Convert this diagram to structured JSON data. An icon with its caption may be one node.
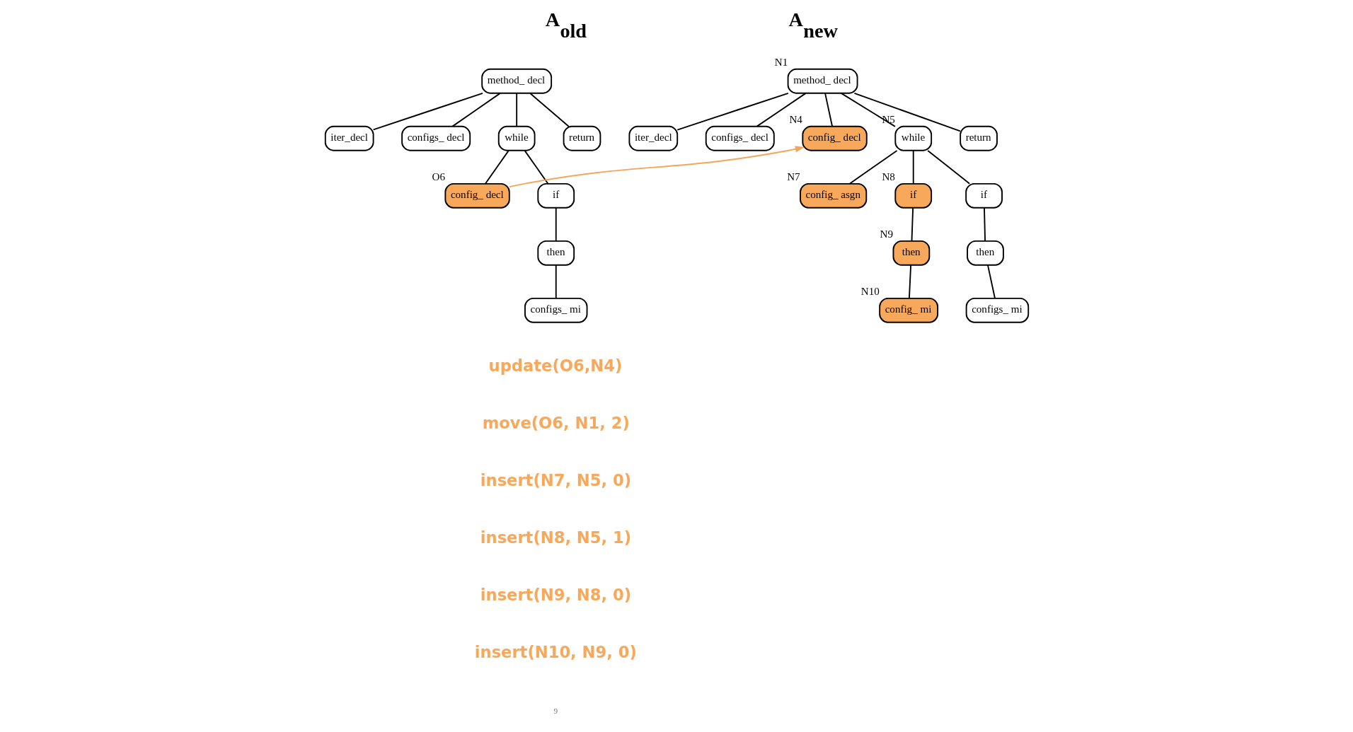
{
  "diagram": {
    "nodes": [
      {
        "text": [
          "method_ decl"
        ]
      },
      {
        "text": [
          "iter_decl"
        ]
      },
      {
        "text": [
          "configs_ decl"
        ]
      },
      {
        "text": [
          "while"
        ]
      },
      {
        "text": [
          "return"
        ]
      },
      {
        "text": [
          "config_ decl"
        ],
        "beside": [
          "O6"
        ]
      },
      {
        "text": [
          "if"
        ]
      },
      {
        "text": [
          "then"
        ]
      },
      {
        "text": [
          "configs_ mi"
        ]
      },
      {
        "text": [
          "method_ decl"
        ],
        "beside": [
          "N1"
        ]
      },
      {
        "text": [
          "iter_decl"
        ]
      },
      {
        "text": [
          "configs_ decl"
        ]
      },
      {
        "text": [
          "config_ decl"
        ],
        "beside": [
          "N4"
        ]
      },
      {
        "text": [
          "while"
        ],
        "beside": [
          "N5"
        ]
      },
      {
        "text": [
          "return"
        ]
      },
      {
        "text": [
          "config_ asgn"
        ],
        "beside": [
          "N7"
        ]
      },
      {
        "text": [
          "if"
        ],
        "beside": [
          "N8"
        ]
      },
      {
        "text": [
          "then"
        ],
        "beside": [
          "N9"
        ]
      },
      {
        "text": [
          "config_ mi"
        ],
        "beside": [
          "N10"
        ]
      },
      {
        "text": [
          "if"
        ]
      },
      {
        "text": [
          "then"
        ]
      },
      {
        "text": [
          "configs_ mi"
        ]
      }
    ],
    "edges": [
      {
        "from": 0,
        "to": 1,
        "arrow": "none"
      },
      {
        "from": 0,
        "to": 2,
        "arrow": "none"
      },
      {
        "from": 0,
        "to": 3,
        "arrow": "none"
      },
      {
        "from": 0,
        "to": 4,
        "arrow": "none"
      },
      {
        "from": 3,
        "to": 5,
        "arrow": "none"
      },
      {
        "from": 3,
        "to": 6,
        "arrow": "none"
      },
      {
        "from": 6,
        "to": 7,
        "arrow": "none"
      },
      {
        "from": 7,
        "to": 8,
        "arrow": "none"
      },
      {
        "from": 9,
        "to": 10,
        "arrow": "none"
      },
      {
        "from": 9,
        "to": 11,
        "arrow": "none"
      },
      {
        "from": 9,
        "to": 12,
        "arrow": "none"
      },
      {
        "from": 9,
        "to": 13,
        "arrow": "none"
      },
      {
        "from": 9,
        "to": 14,
        "arrow": "none"
      },
      {
        "from": 13,
        "to": 15,
        "arrow": "none"
      },
      {
        "from": 13,
        "to": 16,
        "arrow": "none"
      },
      {
        "from": 13,
        "to": 19,
        "arrow": "none"
      },
      {
        "from": 16,
        "to": 17,
        "arrow": "none"
      },
      {
        "from": 17,
        "to": 18,
        "arrow": "none"
      },
      {
        "from": 19,
        "to": 20,
        "arrow": "none"
      },
      {
        "from": 20,
        "to": 21,
        "arrow": "none"
      },
      {
        "from": 5,
        "to": 12,
        "arrow": "to",
        "color": "#f5a55a"
      }
    ],
    "labels": [
      "A$_{old}$",
      "A$_{new}$",
      "update(O6,N4)",
      "move(O6, N1, 2)",
      "insert(N7, N5, 0)",
      "insert(N8, N5, 1)",
      "insert(N9, N8, 0)",
      "insert(N10, N9, 0)",
      "9"
    ]
  }
}
